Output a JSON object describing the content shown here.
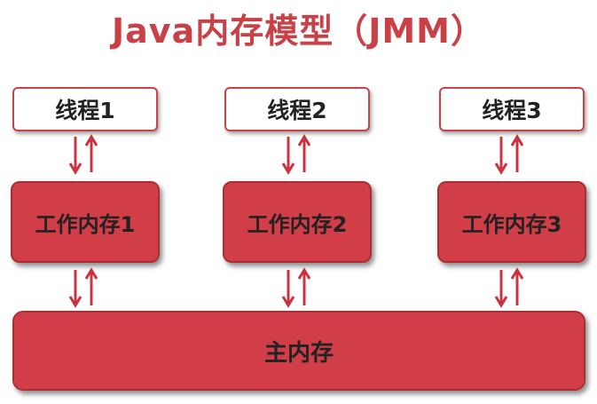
{
  "title": "Java内存模型（JMM）",
  "threads": [
    "线程1",
    "线程2",
    "线程3"
  ],
  "working_memory": [
    "工作内存1",
    "工作内存2",
    "工作内存3"
  ],
  "main_memory": "主内存",
  "colors": {
    "accent": "#c94147",
    "box_fill": "#d13e48",
    "box_border": "#a82f37",
    "arrow": "#c9343d"
  },
  "icons": {
    "down_arrow": "arrow-down-icon",
    "up_arrow": "arrow-up-icon"
  }
}
